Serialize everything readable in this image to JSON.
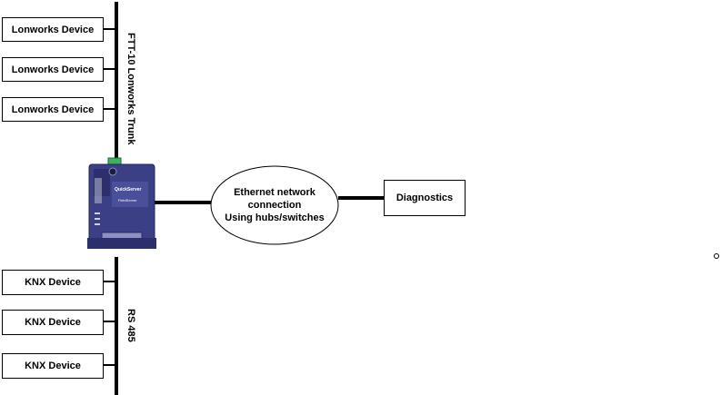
{
  "lonworks_devices": [
    {
      "label": "Lonworks Device"
    },
    {
      "label": "Lonworks Device"
    },
    {
      "label": "Lonworks Device"
    }
  ],
  "knx_devices": [
    {
      "label": "KNX Device"
    },
    {
      "label": "KNX Device"
    },
    {
      "label": "KNX Device"
    }
  ],
  "trunks": {
    "lonworks": "FTT-10 Lonworks Trunk",
    "rs485": "RS 485"
  },
  "ethernet": {
    "line1": "Ethernet network",
    "line2": "connection",
    "line3": "Using hubs/switches"
  },
  "diagnostics": {
    "label": "Diagnostics"
  },
  "gateway": {
    "brand": "QuickServer",
    "maker": "FieldServer",
    "body_color": "#3b3f86",
    "connector_color": "#3db35a"
  }
}
